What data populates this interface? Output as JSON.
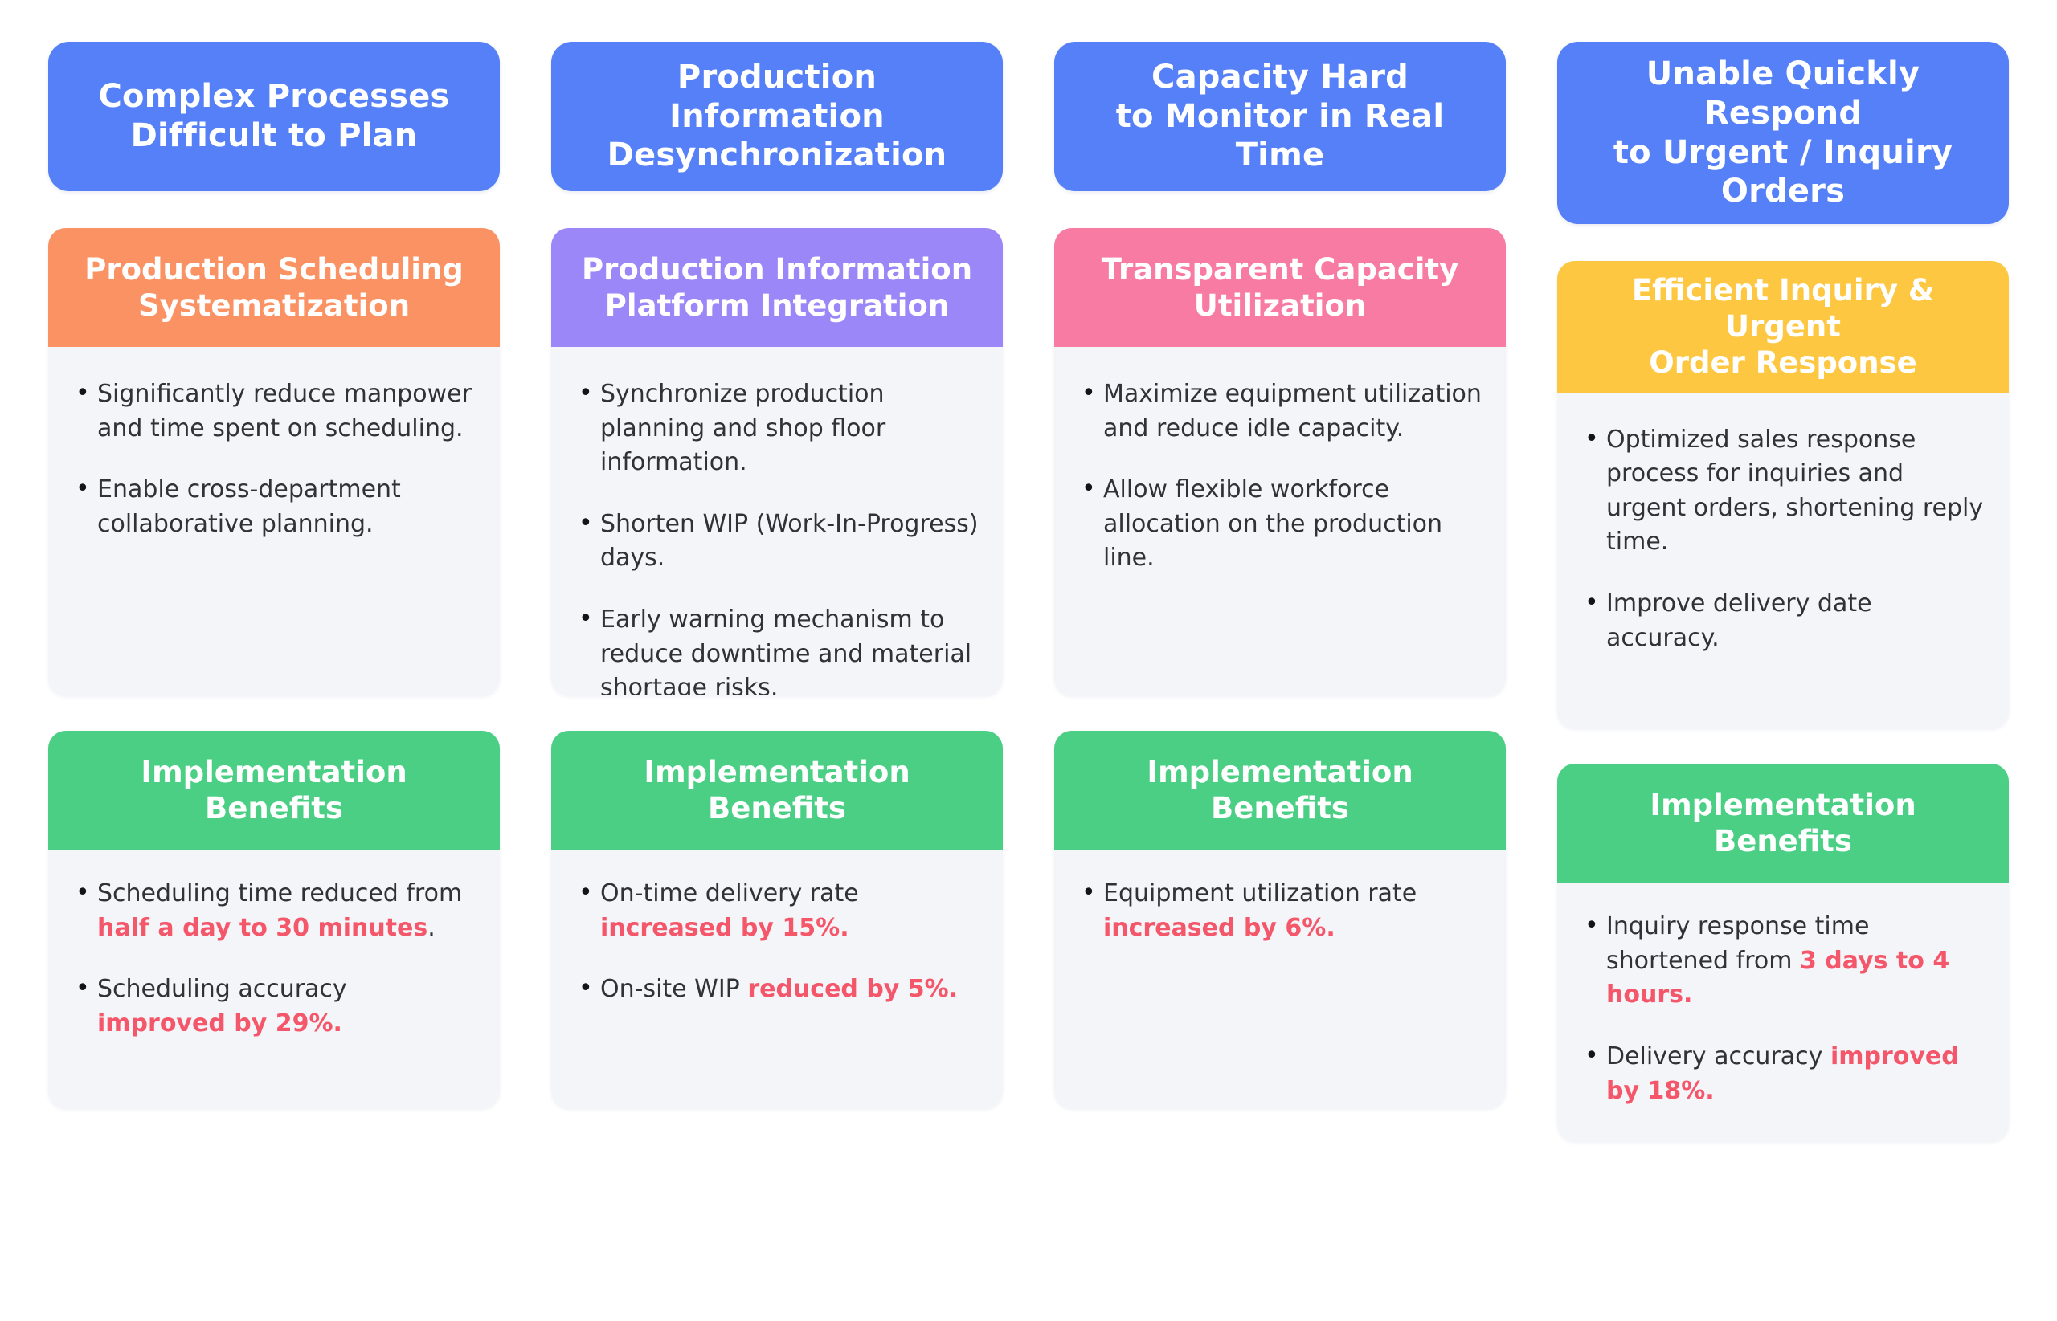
{
  "colors": {
    "problem_blue": "#5580F7",
    "solution_orange": "#FB9264",
    "solution_purple": "#9B87F7",
    "solution_pink": "#F87BA4",
    "solution_yellow": "#FDC741",
    "benefit_green": "#4ACF85",
    "highlight_red": "#F4566A",
    "panel_bg": "#F4F5F9",
    "page_bg": "#FFFFFF"
  },
  "columns": [
    {
      "problem": "Complex Processes\nDifficult to Plan",
      "solution_title": "Production Scheduling\nSystematization",
      "solution_color": "#FB9264",
      "solution_points": [
        [
          {
            "t": "Significantly reduce manpower and time spent on scheduling.",
            "hl": false
          }
        ],
        [
          {
            "t": "Enable cross-department collaborative planning.",
            "hl": false
          }
        ]
      ],
      "benefits_title": "Implementation\nBenefits",
      "benefit_points": [
        [
          {
            "t": "Scheduling time reduced from ",
            "hl": false
          },
          {
            "t": "half a day to 30 minutes",
            "hl": true
          },
          {
            "t": ".",
            "hl": false
          }
        ],
        [
          {
            "t": "Scheduling accuracy ",
            "hl": false
          },
          {
            "t": "improved by 29%.",
            "hl": true
          }
        ]
      ]
    },
    {
      "problem": "Production Information\nDesynchronization",
      "solution_title": "Production Information\nPlatform Integration",
      "solution_color": "#9B87F7",
      "solution_points": [
        [
          {
            "t": "Synchronize production planning and shop floor information.",
            "hl": false
          }
        ],
        [
          {
            "t": "Shorten WIP (Work-In-Progress) days.",
            "hl": false
          }
        ],
        [
          {
            "t": "Early warning mechanism to reduce downtime and material shortage risks.",
            "hl": false
          }
        ]
      ],
      "benefits_title": "Implementation\nBenefits",
      "benefit_points": [
        [
          {
            "t": "On-time delivery rate ",
            "hl": false
          },
          {
            "t": "increased by 15%.",
            "hl": true
          }
        ],
        [
          {
            "t": "On-site WIP ",
            "hl": false
          },
          {
            "t": "reduced by 5%.",
            "hl": true
          }
        ]
      ]
    },
    {
      "problem": "Capacity Hard\nto Monitor in Real Time",
      "solution_title": "Transparent Capacity\nUtilization",
      "solution_color": "#F87BA4",
      "solution_points": [
        [
          {
            "t": "Maximize equipment utilization and reduce idle capacity.",
            "hl": false
          }
        ],
        [
          {
            "t": "Allow flexible workforce allocation on the production line.",
            "hl": false
          }
        ]
      ],
      "benefits_title": "Implementation\nBenefits",
      "benefit_points": [
        [
          {
            "t": "Equipment utilization rate ",
            "hl": false
          },
          {
            "t": "increased by 6%.",
            "hl": true
          }
        ]
      ]
    },
    {
      "problem": "Unable Quickly Respond\nto Urgent / Inquiry Orders",
      "solution_title": "Efficient Inquiry & Urgent\nOrder Response",
      "solution_color": "#FDC741",
      "solution_points": [
        [
          {
            "t": "Optimized sales response process for inquiries and urgent orders, shortening reply time.",
            "hl": false
          }
        ],
        [
          {
            "t": "Improve delivery date accuracy.",
            "hl": false
          }
        ]
      ],
      "benefits_title": "Implementation\nBenefits",
      "benefit_points": [
        [
          {
            "t": "Inquiry response time shortened from ",
            "hl": false
          },
          {
            "t": "3 days to 4 hours.",
            "hl": true
          }
        ],
        [
          {
            "t": "Delivery accuracy ",
            "hl": false
          },
          {
            "t": "improved by 18%.",
            "hl": true
          }
        ]
      ]
    }
  ]
}
